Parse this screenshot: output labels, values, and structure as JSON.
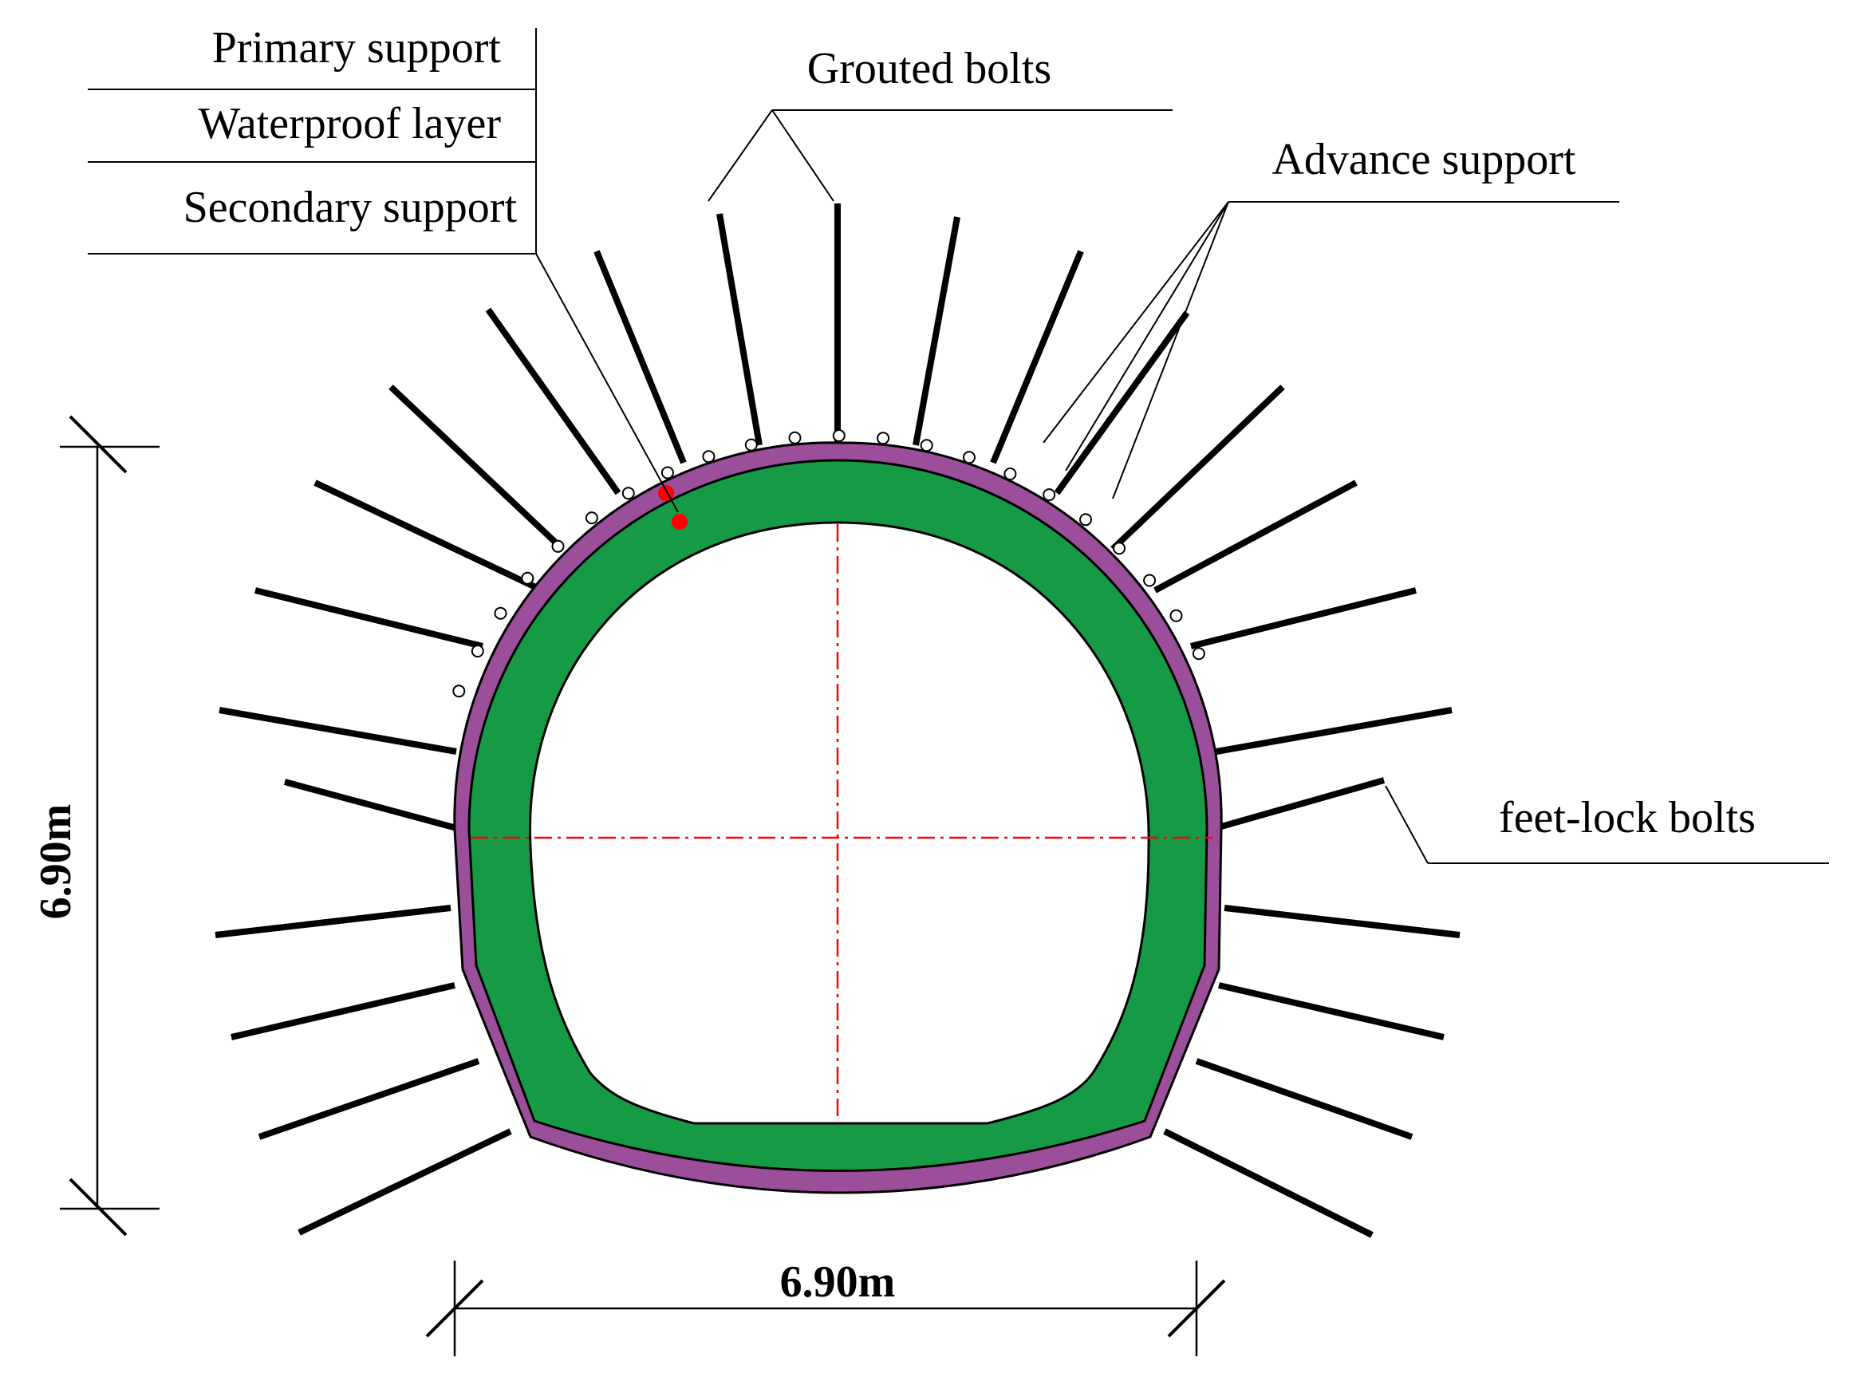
{
  "labels": {
    "primary_support": "Primary support",
    "waterproof_layer": "Waterproof layer",
    "secondary_support": "Secondary support",
    "grouted_bolts": "Grouted bolts",
    "advance_support": "Advance support",
    "feet_lock_bolts": "feet-lock bolts"
  },
  "dimensions": {
    "height": "6.90m",
    "width": "6.90m"
  },
  "colors": {
    "primary_support": "#9b4f9b",
    "secondary_support": "#169a46",
    "bolts": "#000000",
    "centerline": "#ff0000",
    "marker": "#ff0000",
    "background": "#ffffff"
  }
}
